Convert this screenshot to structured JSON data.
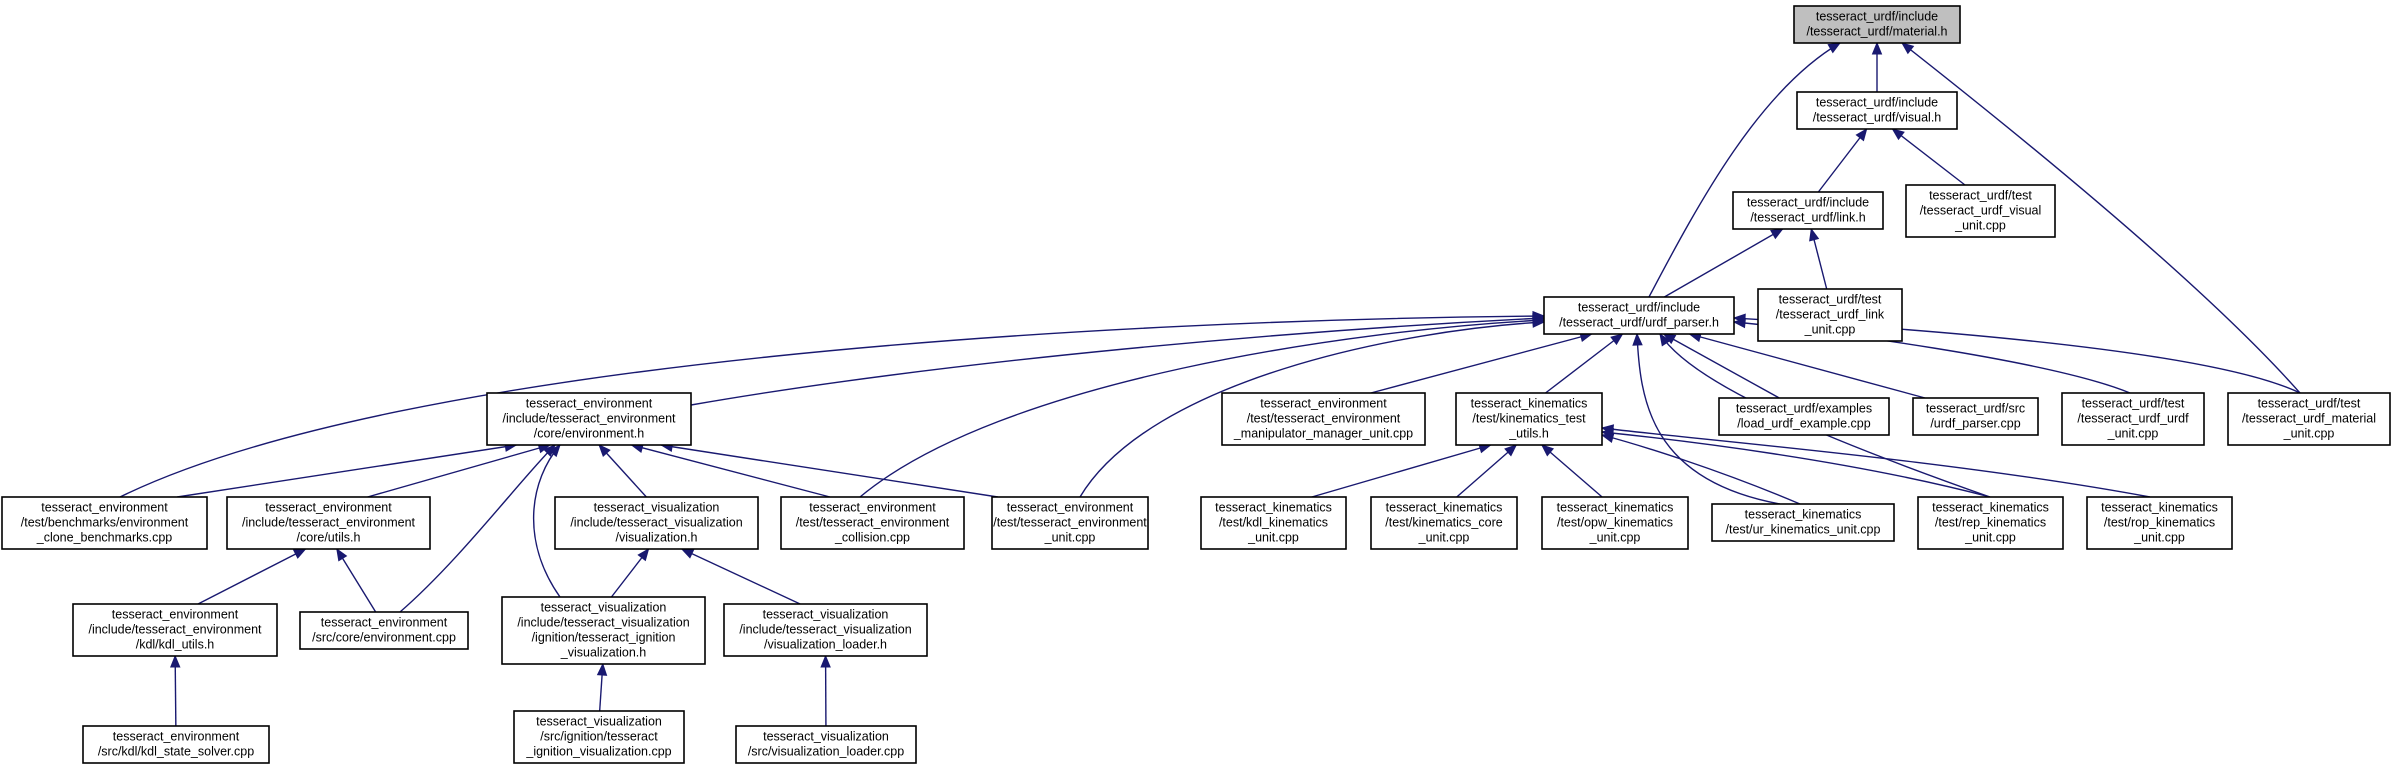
{
  "nodes": [
    {
      "id": "material",
      "root": true,
      "lines": [
        "tesseract_urdf/include",
        "/tesseract_urdf/material.h"
      ]
    },
    {
      "id": "visual",
      "lines": [
        "tesseract_urdf/include",
        "/tesseract_urdf/visual.h"
      ]
    },
    {
      "id": "link",
      "lines": [
        "tesseract_urdf/include",
        "/tesseract_urdf/link.h"
      ]
    },
    {
      "id": "visual_unit",
      "lines": [
        "tesseract_urdf/test",
        "/tesseract_urdf_visual",
        "_unit.cpp"
      ]
    },
    {
      "id": "link_unit",
      "lines": [
        "tesseract_urdf/test",
        "/tesseract_urdf_link",
        "_unit.cpp"
      ]
    },
    {
      "id": "urdf_parser",
      "lines": [
        "tesseract_urdf/include",
        "/tesseract_urdf/urdf_parser.h"
      ]
    },
    {
      "id": "environment_h",
      "lines": [
        "tesseract_environment",
        "/include/tesseract_environment",
        "/core/environment.h"
      ]
    },
    {
      "id": "manip_mgr",
      "lines": [
        "tesseract_environment",
        "/test/tesseract_environment",
        "_manipulator_manager_unit.cpp"
      ]
    },
    {
      "id": "kin_test_utils",
      "lines": [
        "tesseract_kinematics",
        "/test/kinematics_test",
        "_utils.h"
      ]
    },
    {
      "id": "load_urdf",
      "lines": [
        "tesseract_urdf/examples",
        "/load_urdf_example.cpp"
      ]
    },
    {
      "id": "urdf_parser_cpp",
      "lines": [
        "tesseract_urdf/src",
        "/urdf_parser.cpp"
      ]
    },
    {
      "id": "urdf_unit",
      "lines": [
        "tesseract_urdf/test",
        "/tesseract_urdf_urdf",
        "_unit.cpp"
      ]
    },
    {
      "id": "material_unit",
      "lines": [
        "tesseract_urdf/test",
        "/tesseract_urdf_material",
        "_unit.cpp"
      ]
    },
    {
      "id": "clone_bench",
      "lines": [
        "tesseract_environment",
        "/test/benchmarks/environment",
        "_clone_benchmarks.cpp"
      ]
    },
    {
      "id": "core_utils",
      "lines": [
        "tesseract_environment",
        "/include/tesseract_environment",
        "/core/utils.h"
      ]
    },
    {
      "id": "vis_h",
      "lines": [
        "tesseract_visualization",
        "/include/tesseract_visualization",
        "/visualization.h"
      ]
    },
    {
      "id": "env_collision",
      "lines": [
        "tesseract_environment",
        "/test/tesseract_environment",
        "_collision.cpp"
      ]
    },
    {
      "id": "env_unit",
      "lines": [
        "tesseract_environment",
        "/test/tesseract_environment",
        "_unit.cpp"
      ]
    },
    {
      "id": "kdl_kin_unit",
      "lines": [
        "tesseract_kinematics",
        "/test/kdl_kinematics",
        "_unit.cpp"
      ]
    },
    {
      "id": "kin_core_unit",
      "lines": [
        "tesseract_kinematics",
        "/test/kinematics_core",
        "_unit.cpp"
      ]
    },
    {
      "id": "opw_kin_unit",
      "lines": [
        "tesseract_kinematics",
        "/test/opw_kinematics",
        "_unit.cpp"
      ]
    },
    {
      "id": "ur_kin_unit",
      "lines": [
        "tesseract_kinematics",
        "/test/ur_kinematics_unit.cpp"
      ]
    },
    {
      "id": "rep_kin_unit",
      "lines": [
        "tesseract_kinematics",
        "/test/rep_kinematics",
        "_unit.cpp"
      ]
    },
    {
      "id": "rop_kin_unit",
      "lines": [
        "tesseract_kinematics",
        "/test/rop_kinematics",
        "_unit.cpp"
      ]
    },
    {
      "id": "kdl_utils",
      "lines": [
        "tesseract_environment",
        "/include/tesseract_environment",
        "/kdl/kdl_utils.h"
      ]
    },
    {
      "id": "env_cpp",
      "lines": [
        "tesseract_environment",
        "/src/core/environment.cpp"
      ]
    },
    {
      "id": "ign_vis_h",
      "lines": [
        "tesseract_visualization",
        "/include/tesseract_visualization",
        "/ignition/tesseract_ignition",
        "_visualization.h"
      ]
    },
    {
      "id": "vis_loader_h",
      "lines": [
        "tesseract_visualization",
        "/include/tesseract_visualization",
        "/visualization_loader.h"
      ]
    },
    {
      "id": "kdl_state_solver",
      "lines": [
        "tesseract_environment",
        "/src/kdl/kdl_state_solver.cpp"
      ]
    },
    {
      "id": "ign_vis_cpp",
      "lines": [
        "tesseract_visualization",
        "/src/ignition/tesseract",
        "_ignition_visualization.cpp"
      ]
    },
    {
      "id": "vis_loader_cpp",
      "lines": [
        "tesseract_visualization",
        "/src/visualization_loader.cpp"
      ]
    }
  ],
  "edges": [
    [
      "visual",
      "material"
    ],
    [
      "urdf_parser",
      "material"
    ],
    [
      "material_unit",
      "material"
    ],
    [
      "link",
      "visual"
    ],
    [
      "visual_unit",
      "visual"
    ],
    [
      "urdf_parser",
      "link"
    ],
    [
      "link_unit",
      "link"
    ],
    [
      "environment_h",
      "urdf_parser"
    ],
    [
      "manip_mgr",
      "urdf_parser"
    ],
    [
      "kin_test_utils",
      "urdf_parser"
    ],
    [
      "load_urdf",
      "urdf_parser"
    ],
    [
      "urdf_parser_cpp",
      "urdf_parser"
    ],
    [
      "urdf_unit",
      "urdf_parser"
    ],
    [
      "material_unit",
      "urdf_parser"
    ],
    [
      "clone_bench",
      "urdf_parser"
    ],
    [
      "env_collision",
      "urdf_parser"
    ],
    [
      "env_unit",
      "urdf_parser"
    ],
    [
      "ur_kin_unit",
      "urdf_parser"
    ],
    [
      "rep_kin_unit",
      "urdf_parser"
    ],
    [
      "clone_bench",
      "environment_h"
    ],
    [
      "core_utils",
      "environment_h"
    ],
    [
      "vis_h",
      "environment_h"
    ],
    [
      "env_collision",
      "environment_h"
    ],
    [
      "env_unit",
      "environment_h"
    ],
    [
      "env_cpp",
      "environment_h"
    ],
    [
      "ign_vis_h",
      "environment_h"
    ],
    [
      "kdl_utils",
      "core_utils"
    ],
    [
      "env_cpp",
      "core_utils"
    ],
    [
      "ign_vis_h",
      "vis_h"
    ],
    [
      "vis_loader_h",
      "vis_h"
    ],
    [
      "kdl_state_solver",
      "kdl_utils"
    ],
    [
      "ign_vis_cpp",
      "ign_vis_h"
    ],
    [
      "vis_loader_cpp",
      "vis_loader_h"
    ],
    [
      "kdl_kin_unit",
      "kin_test_utils"
    ],
    [
      "kin_core_unit",
      "kin_test_utils"
    ],
    [
      "opw_kin_unit",
      "kin_test_utils"
    ],
    [
      "ur_kin_unit",
      "kin_test_utils"
    ],
    [
      "rep_kin_unit",
      "kin_test_utils"
    ],
    [
      "rop_kin_unit",
      "kin_test_utils"
    ]
  ]
}
